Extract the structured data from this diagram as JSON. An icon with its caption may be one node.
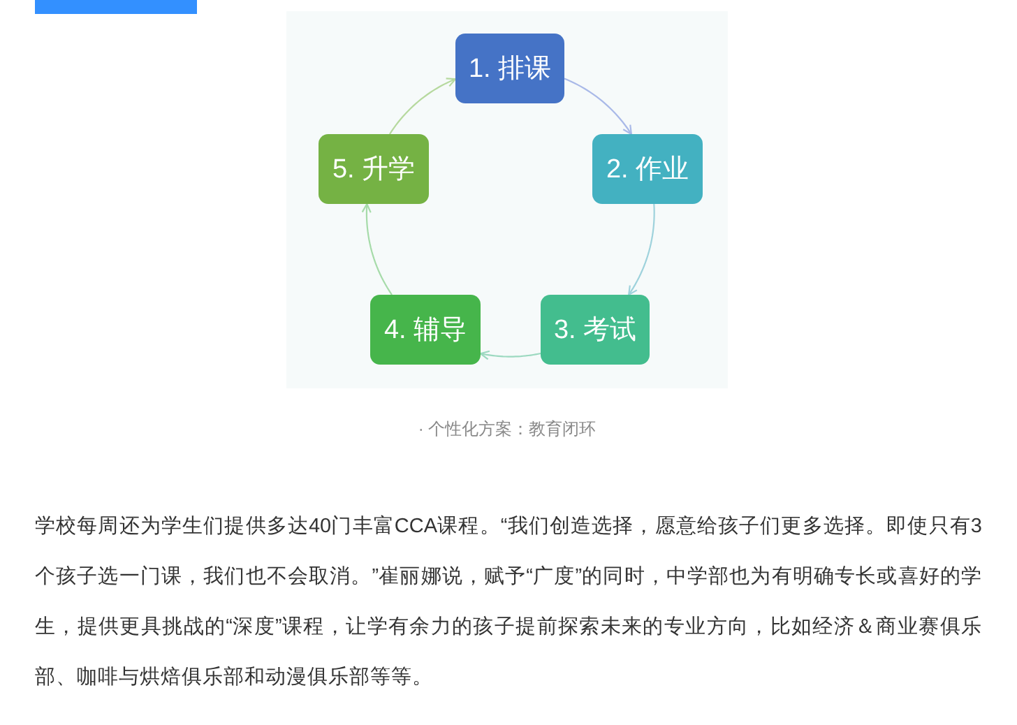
{
  "diagram": {
    "caption": "· 个性化方案：教育闭环",
    "nodes": [
      {
        "text": [
          "1. 排课"
        ]
      },
      {
        "text": [
          "2. 作业"
        ]
      },
      {
        "text": [
          "3. 考试"
        ]
      },
      {
        "text": [
          "4. 辅导"
        ]
      },
      {
        "text": [
          "5. 升学"
        ]
      }
    ],
    "edges": [
      {
        "from": 0,
        "to": 1,
        "arrow": "to",
        "color": "#a9b9e8"
      },
      {
        "from": 1,
        "to": 2,
        "arrow": "to",
        "color": "#9ed2dc"
      },
      {
        "from": 2,
        "to": 3,
        "arrow": "to",
        "color": "#9cd9c0"
      },
      {
        "from": 3,
        "to": 4,
        "arrow": "to",
        "color": "#a6dba9"
      },
      {
        "from": 4,
        "to": 0,
        "arrow": "to",
        "color": "#b6d99e"
      }
    ],
    "labels": [
      "学校每周还为学生们提供多达40门丰富CCA课程。“我们创造选择，愿意给孩子们更多选择。即使只有3个孩子选一门课，我们也不会取消。”崔丽娜说，赋予“广度”的同时，中学部也为有明确专长或喜好的学生，提供更具挑战的“深度”课程，让学有余力的孩子提前探索未来的专业方向，比如经济＆商业赛俱乐部、咖啡与烘焙俱乐部和动漫俱乐部等等。"
    ]
  }
}
